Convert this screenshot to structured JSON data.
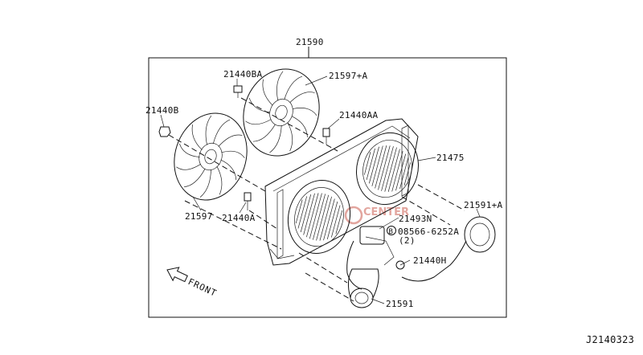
{
  "diagram": {
    "assembly_part": "21590",
    "drawing_id": "J2140323",
    "front_label": "FRONT",
    "parts": {
      "p21597a": "21597+A",
      "p21440ba": "21440BA",
      "p21440b": "21440B",
      "p21440aa": "21440AA",
      "p21475": "21475",
      "p21597": "21597",
      "p21440a": "21440A",
      "p21591a": "21591+A",
      "p21493n": "21493N",
      "p08566": "08566-6252A",
      "p08566_qty": "(2)",
      "p08566_marker": "B",
      "p21440h": "21440H",
      "p21591": "21591"
    },
    "watermark": "CENTER"
  }
}
